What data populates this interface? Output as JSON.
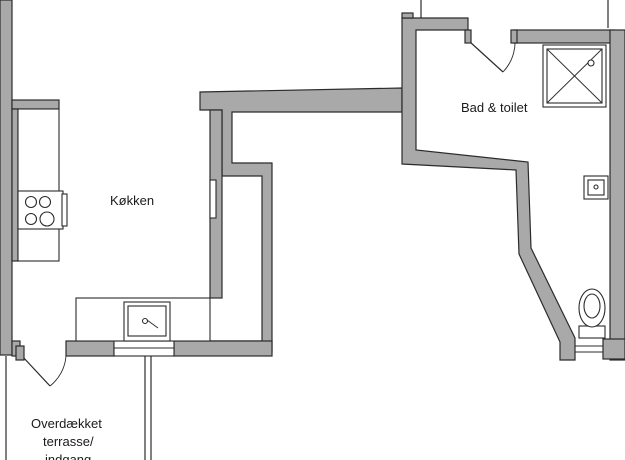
{
  "rooms": {
    "kitchen": "Køkken",
    "bathroom": "Bad & toilet",
    "terrace_line1": "Overdækket",
    "terrace_line2": "terrasse/",
    "terrace_line3": "indgang"
  },
  "colors": {
    "wall_fill": "#a9a9a9",
    "wall_stroke": "#2b2b2b",
    "background": "#ffffff"
  }
}
